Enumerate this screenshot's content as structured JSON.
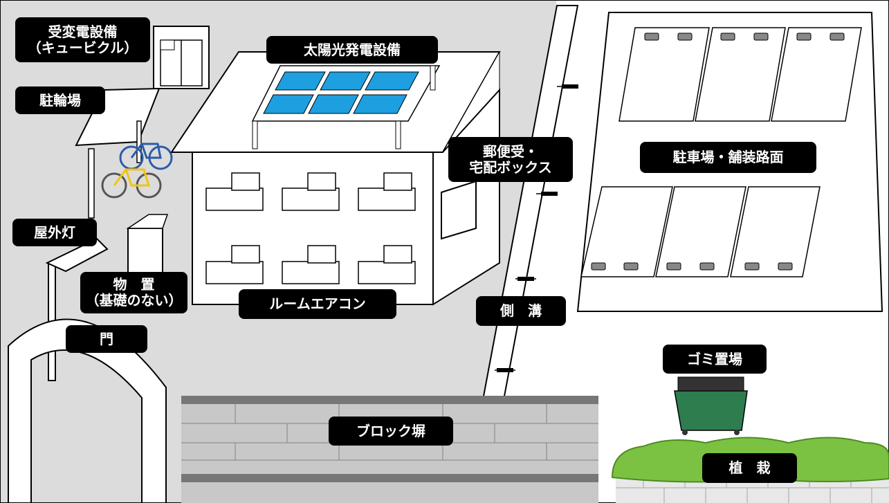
{
  "labels": {
    "substation": [
      "受変電設備",
      "（キュービクル）"
    ],
    "solar": "太陽光発電設備",
    "bicycle_parking": "駐輪場",
    "mailbox": [
      "郵便受・",
      "宅配ボックス"
    ],
    "parking_lot": "駐車場・舗装路面",
    "outdoor_light": "屋外灯",
    "storage": [
      "物　置",
      "（基礎のない）"
    ],
    "air_conditioner": "ルームエアコン",
    "gutter": "側　溝",
    "gate": "門",
    "garbage": "ゴミ置場",
    "block_wall": "ブロック塀",
    "planting": "植　栽"
  },
  "colors": {
    "ground": "#dcdcdc",
    "solar_panel": "#1e9fe0",
    "dumpster": "#2e7d4f",
    "hedge": "#7cc242",
    "label_bg": "#000000",
    "label_text": "#ffffff"
  }
}
